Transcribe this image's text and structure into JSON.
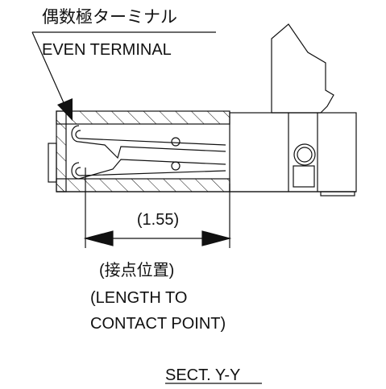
{
  "callout": {
    "jp": "偶数極ターミナル",
    "en": "EVEN TERMINAL"
  },
  "dimension": {
    "value": "(1.55)",
    "caption_jp": "(接点位置)",
    "caption_en_line1": "(LENGTH TO",
    "caption_en_line2": "CONTACT POINT)"
  },
  "section_label": "SECT. Y-Y",
  "colors": {
    "line": "#111111",
    "background": "#ffffff"
  }
}
